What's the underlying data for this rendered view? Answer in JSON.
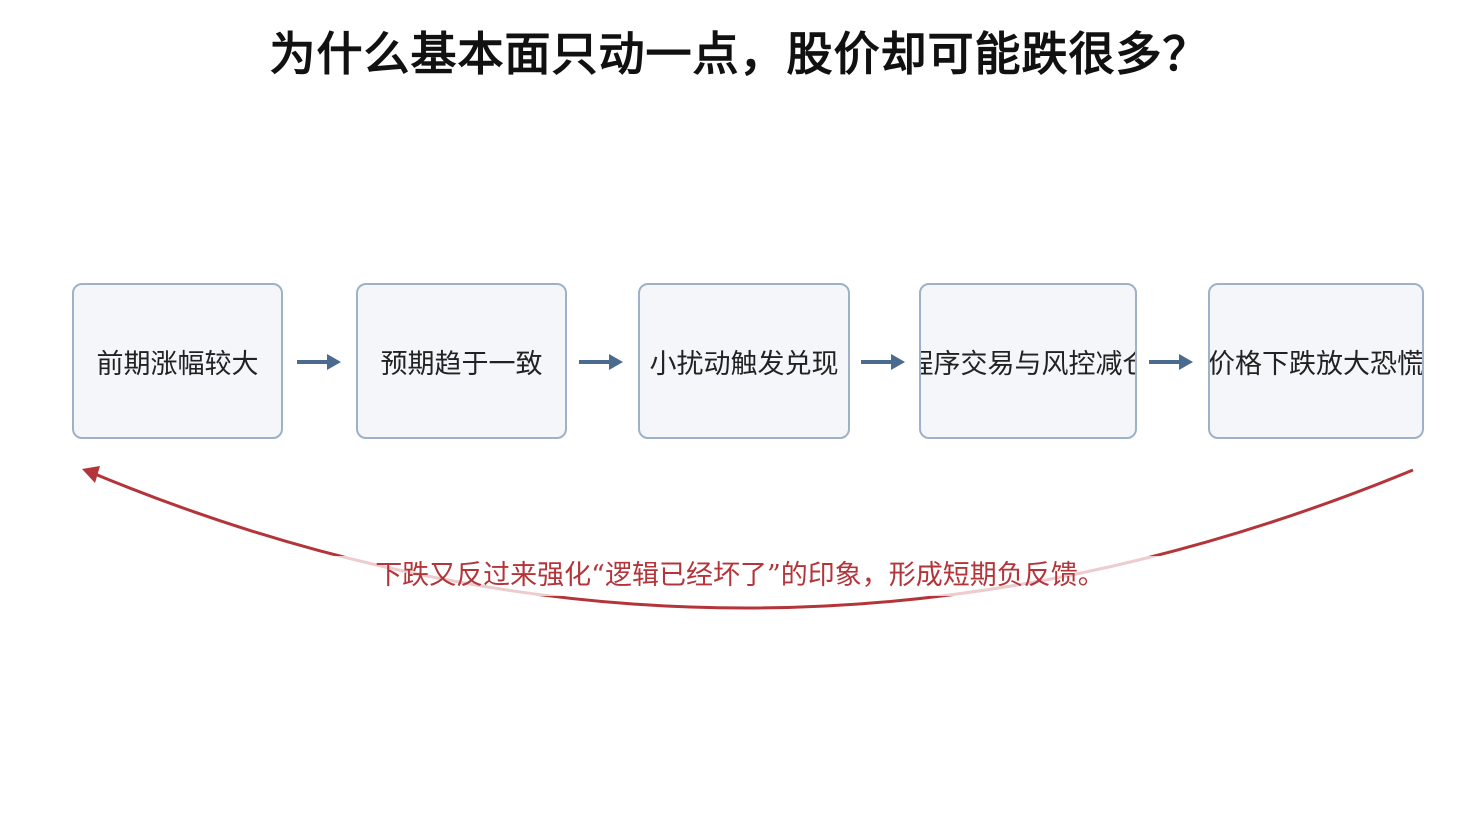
{
  "title": "为什么基本面只动一点，股价却可能跌很多？",
  "steps": [
    {
      "label": "前期涨幅较大"
    },
    {
      "label": "预期趋于一致"
    },
    {
      "label": "小扰动触发兑现"
    },
    {
      "label": "程序交易与风控减仓"
    },
    {
      "label": "价格下跌放大恐慌"
    }
  ],
  "feedback": {
    "text": "下跌又反过来强化“逻辑已经坏了”的印象，形成短期负反馈。"
  },
  "colors": {
    "node_border": "#9fb1c7",
    "node_fill": "#f4f6f9",
    "arrow": "#4a6a8f",
    "feedback": "#b3353a"
  }
}
